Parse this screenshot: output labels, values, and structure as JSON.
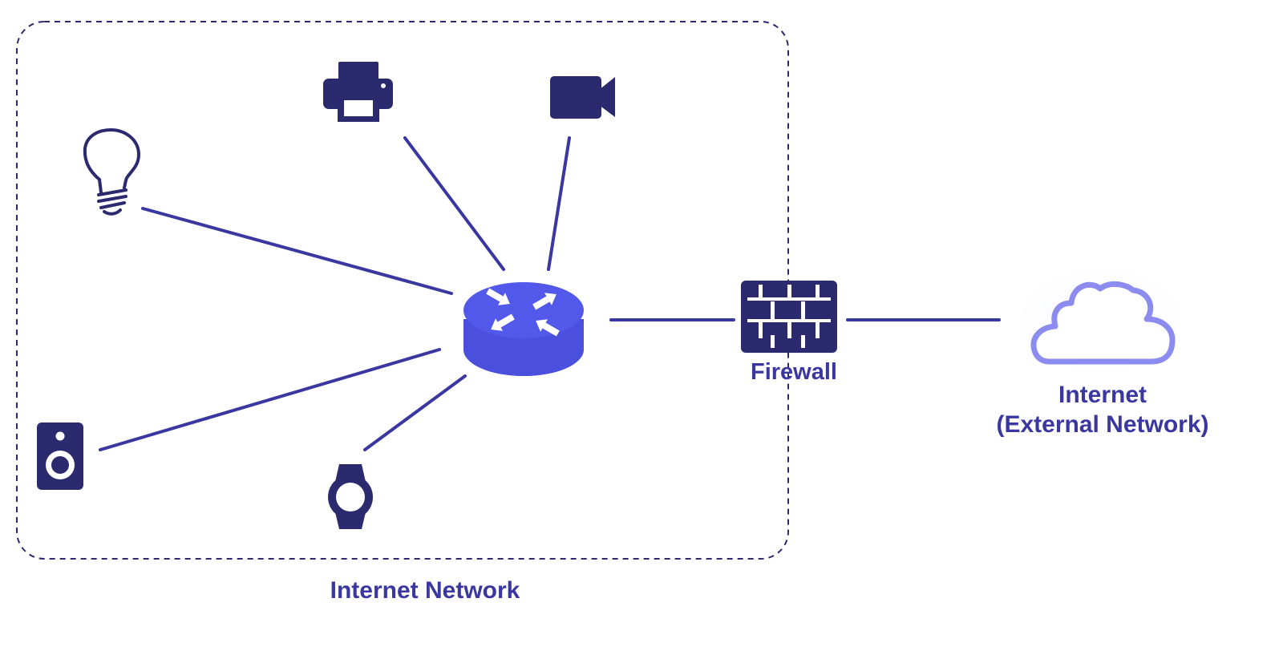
{
  "colors": {
    "device": "#2b2a6e",
    "link": "#3a37a0",
    "router": "#5055e8",
    "router_side": "#4a4fde",
    "boundary": "#2b2a6e",
    "cloud_stroke": "#8c8bef",
    "label": "#3a37a0"
  },
  "devices": [
    {
      "id": "printer",
      "icon": "printer-icon"
    },
    {
      "id": "camera",
      "icon": "video-camera-icon"
    },
    {
      "id": "bulb",
      "icon": "lightbulb-icon"
    },
    {
      "id": "speaker",
      "icon": "speaker-icon"
    },
    {
      "id": "watch",
      "icon": "smartwatch-icon"
    }
  ],
  "router": {
    "icon": "router-icon"
  },
  "firewall": {
    "icon": "firewall-icon",
    "label": "Firewall"
  },
  "internet": {
    "icon": "cloud-icon",
    "label_line1": "Internet",
    "label_line2": "(External Network)"
  },
  "internal_network": {
    "label": "Internet Network"
  }
}
